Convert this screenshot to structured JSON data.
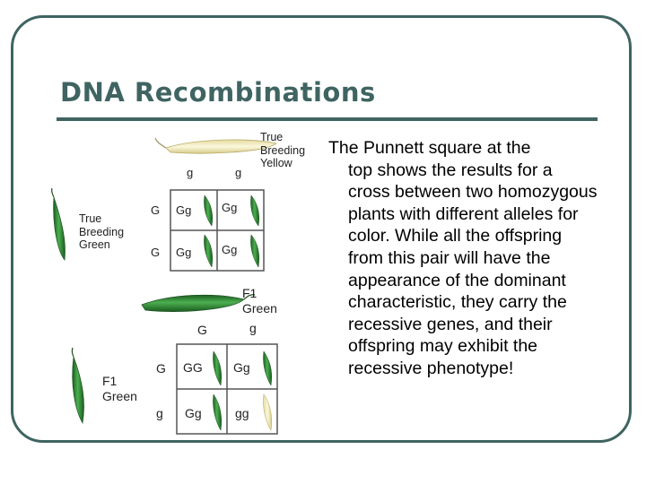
{
  "slide": {
    "title": "DNA Recombinations",
    "body": {
      "first_line": "The Punnett square at the",
      "rest": "top shows the results for a cross between two homozygous plants with different alleles for color. While all the offspring from this pair will have the appearance of the dominant characteristic, they carry the recessive genes, and their offspring may exhibit the recessive phenotype!"
    }
  },
  "figure": {
    "cross1": {
      "top_parent_label": [
        "True",
        "Breeding",
        "Yellow"
      ],
      "left_parent_label": [
        "True",
        "Breeding",
        "Green"
      ],
      "column_alleles": [
        "g",
        "g"
      ],
      "row_alleles": [
        "G",
        "G"
      ],
      "cells": [
        [
          "Gg",
          "Gg"
        ],
        [
          "Gg",
          "Gg"
        ]
      ]
    },
    "cross2": {
      "top_parent_label": [
        "F1",
        "Green"
      ],
      "left_parent_label": [
        "F1",
        "Green"
      ],
      "column_alleles": [
        "G",
        "g"
      ],
      "row_alleles": [
        "G",
        "g"
      ],
      "cells": [
        [
          "GG",
          "Gg"
        ],
        [
          "Gg",
          "gg"
        ]
      ]
    },
    "colors": {
      "green_pod": "#2e7d32",
      "yellow_pod": "#f3ecc0",
      "accent": "#3f6462"
    }
  }
}
